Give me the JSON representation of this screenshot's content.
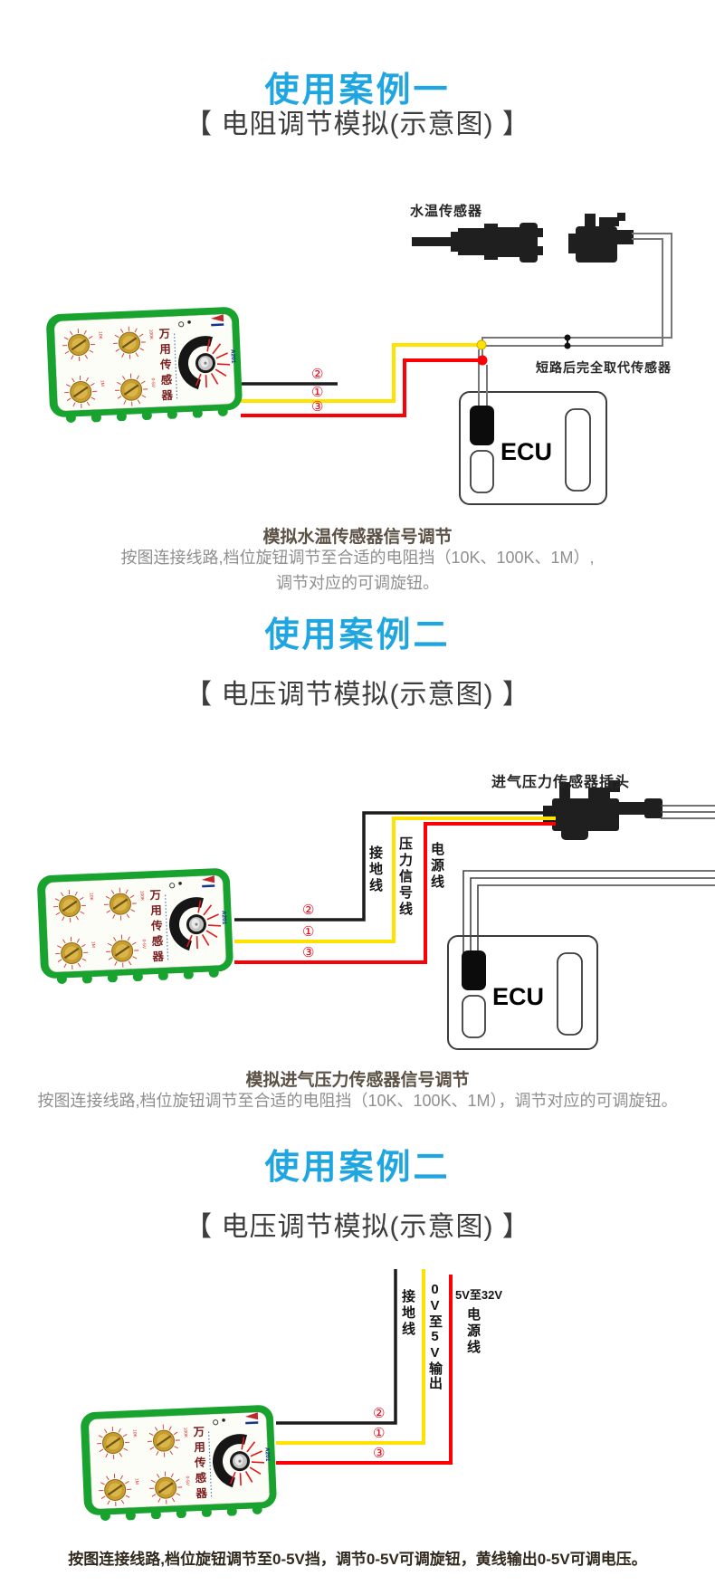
{
  "colors": {
    "title_blue": "#1fa6e0",
    "device_green": "#18a22e",
    "knob_gold": "#c79d2e",
    "wire_yellow": "#ffe300",
    "wire_red": "#fb0005",
    "wire_black": "#1c1c1c",
    "number_red": "#ef0012"
  },
  "sections": [
    {
      "title": "使用案例一",
      "subtitle": "【 电阻调节模拟(示意图) 】",
      "diagram": {
        "sensor_label": "水温传感器",
        "note": "短路后完全取代传感器",
        "ecu_label": "ECU",
        "wire_numbers": [
          "②",
          "①",
          "③"
        ]
      },
      "caption_title": "模拟水温传感器信号调节",
      "caption_line1": "按图连接线路,档位旋钮调节至合适的电阻挡（10K、100K、1M）,",
      "caption_line2": "调节对应的可调旋钮。"
    },
    {
      "title": "使用案例二",
      "subtitle": "【 电压调节模拟(示意图) 】",
      "diagram": {
        "plug_label": "进气压力传感器插头",
        "wire_label_ground": "接地线",
        "wire_label_signal": "压力信号线",
        "wire_label_power": "电源线",
        "ecu_label": "ECU",
        "wire_numbers": [
          "②",
          "①",
          "③"
        ]
      },
      "caption_title": "模拟进气压力传感器信号调节",
      "caption_line1": "按图连接线路,档位旋钮调节至合适的电阻挡（10K、100K、1M），调节对应的可调旋钮。"
    },
    {
      "title": "使用案例二",
      "subtitle": "【 电压调节模拟(示意图) 】",
      "diagram": {
        "wire_label_ground": "接地线",
        "wire_label_output": "0V至5V输出",
        "wire_label_power_range": "5V至32V",
        "wire_label_power": "电源线",
        "wire_numbers": [
          "②",
          "①",
          "③"
        ]
      },
      "caption_title": "按图连接线路,档位旋钮调节至0-5V挡，调节0-5V可调旋钮，黄线输出0-5V可调电压。"
    }
  ],
  "device": {
    "chars": [
      "万",
      "用",
      "传",
      "感",
      "器"
    ],
    "model": "A201",
    "knob_labels": [
      "10K",
      "100K",
      "1M",
      "0-5V"
    ]
  }
}
